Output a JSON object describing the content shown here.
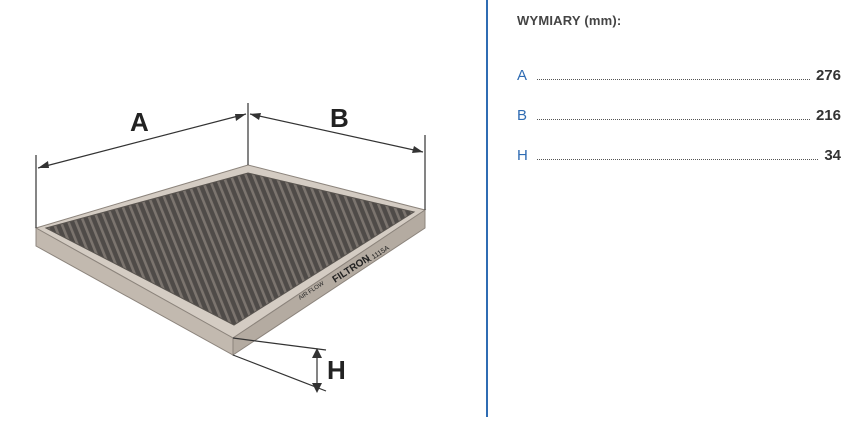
{
  "figure": {
    "dimension_labels": {
      "a": "A",
      "b": "B",
      "h": "H"
    },
    "brand_text": "FILTRON",
    "part_number": "K 1115A",
    "flow_text": "AIR FLOW",
    "colors": {
      "frame": "#c9c0b6",
      "media": "#4f4b48",
      "media_light": "#7b746e",
      "lines": "#333333"
    }
  },
  "specs": {
    "heading": "WYMIARY (mm):",
    "rows": [
      {
        "label": "A",
        "value": "276"
      },
      {
        "label": "B",
        "value": "216"
      },
      {
        "label": "H",
        "value": "34"
      }
    ],
    "colors": {
      "label": "#2f6cb3",
      "divider": "#2f6cb3"
    }
  }
}
